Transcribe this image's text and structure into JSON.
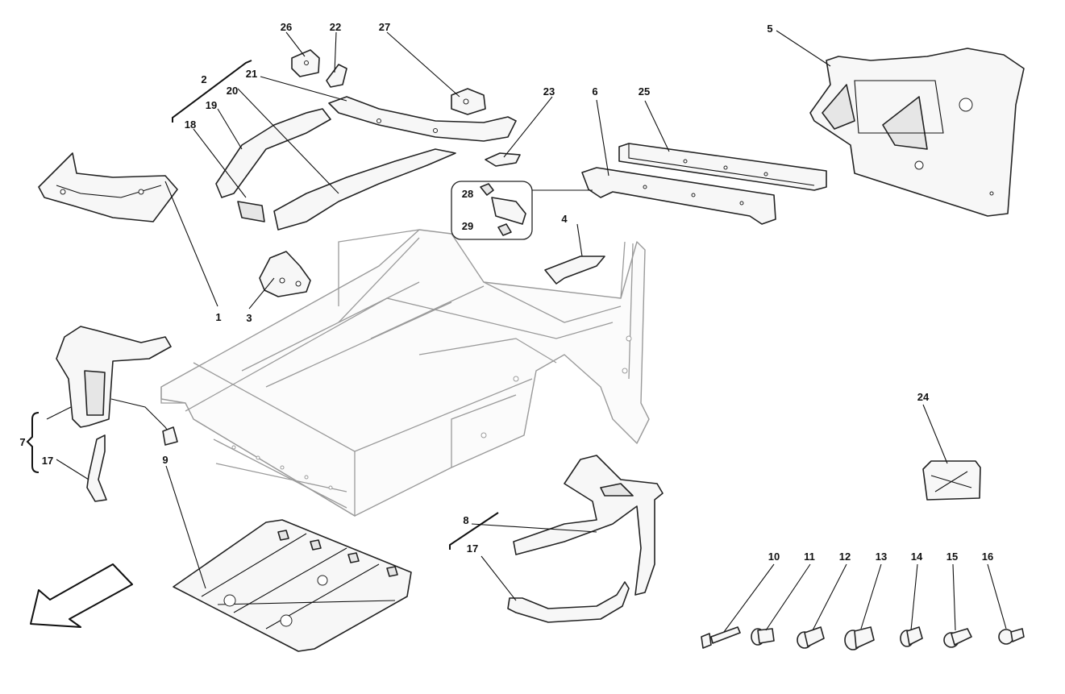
{
  "callouts": {
    "c1": "1",
    "c2": "2",
    "c3": "3",
    "c4": "4",
    "c5": "5",
    "c6": "6",
    "c7": "7",
    "c8": "8",
    "c9": "9",
    "c10": "10",
    "c11": "11",
    "c12": "12",
    "c13": "13",
    "c14": "14",
    "c15": "15",
    "c16": "16",
    "c17a": "17",
    "c17b": "17",
    "c18": "18",
    "c19": "19",
    "c20": "20",
    "c21": "21",
    "c22": "22",
    "c23": "23",
    "c24": "24",
    "c25": "25",
    "c26": "26",
    "c27": "27",
    "c28": "28",
    "c29": "29"
  },
  "colors": {
    "ink": "#222222",
    "frame": "#9a9a9a",
    "background": "#ffffff"
  },
  "icons": {
    "direction_arrow": "front-direction-arrow-icon"
  }
}
